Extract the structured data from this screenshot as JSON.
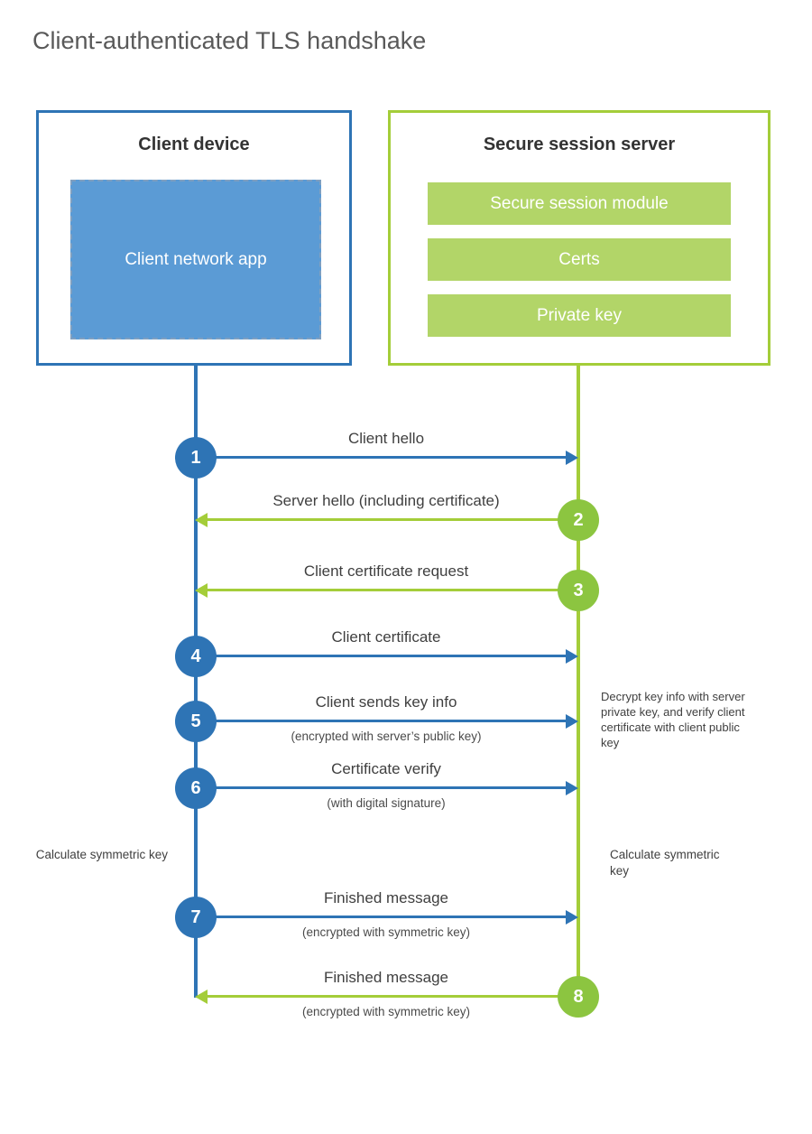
{
  "title": "Client-authenticated TLS handshake",
  "colors": {
    "blue": "#2e74b5",
    "blue_fill": "#5b9bd5",
    "green_line": "#a4cd39",
    "green_circle": "#8cc540",
    "green_bar": "#b2d568"
  },
  "client": {
    "heading": "Client device",
    "app_label": "Client network app"
  },
  "server": {
    "heading": "Secure session server",
    "modules": [
      "Secure session module",
      "Certs",
      "Private key"
    ]
  },
  "steps": [
    {
      "num": "1",
      "label": "Client hello",
      "direction": "right"
    },
    {
      "num": "2",
      "label": "Server hello (including certificate)",
      "direction": "left"
    },
    {
      "num": "3",
      "label": "Client certificate request",
      "direction": "left"
    },
    {
      "num": "4",
      "label": "Client certificate",
      "direction": "right"
    },
    {
      "num": "5",
      "label": "Client sends key info",
      "sub": "(encrypted with server’s public key)",
      "direction": "right"
    },
    {
      "num": "6",
      "label": "Certificate verify",
      "sub": "(with digital signature)",
      "direction": "right"
    },
    {
      "num": "7",
      "label": "Finished message",
      "sub": "(encrypted with symmetric key)",
      "direction": "right"
    },
    {
      "num": "8",
      "label": "Finished message",
      "sub": "(encrypted with symmetric key)",
      "direction": "left"
    }
  ],
  "notes": {
    "decrypt": "Decrypt key info with server private key, and verify client certificate with client public key",
    "calc_left": "Calculate symmetric key",
    "calc_right": "Calculate symmetric key"
  }
}
